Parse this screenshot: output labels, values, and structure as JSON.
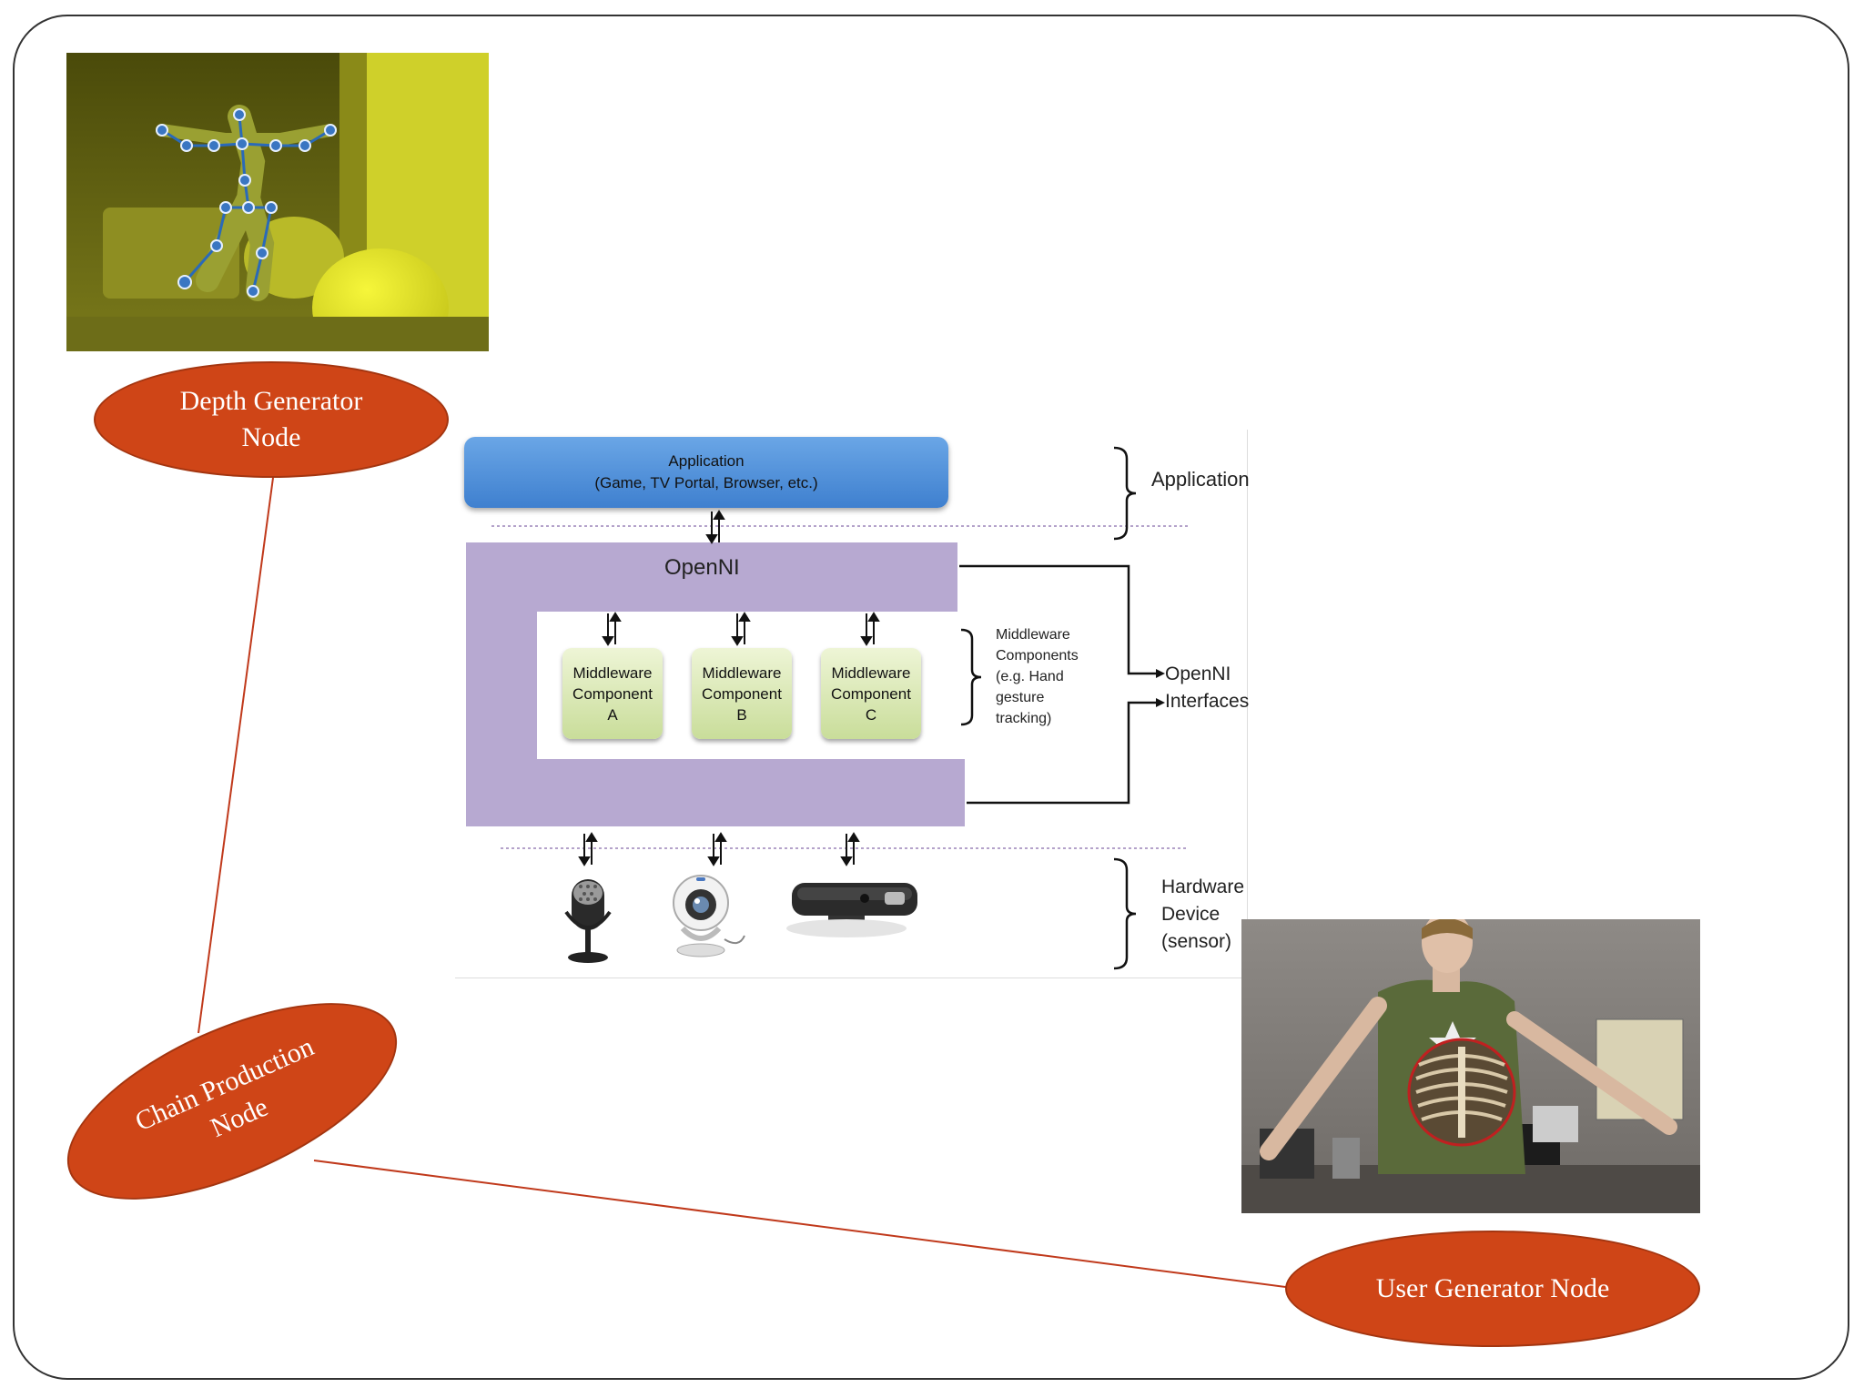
{
  "nodes": {
    "depth_generator": [
      "Depth Generator",
      "Node"
    ],
    "chain_production": [
      "Chain Production",
      "Node"
    ],
    "user_generator": [
      "User Generator Node"
    ]
  },
  "diagram": {
    "application_box": [
      "Application",
      "(Game, TV Portal, Browser, etc.)"
    ],
    "openni_title": "OpenNI",
    "middleware": [
      [
        "Middleware",
        "Component",
        "A"
      ],
      [
        "Middleware",
        "Component",
        "B"
      ],
      [
        "Middleware",
        "Component",
        "C"
      ]
    ],
    "labels": {
      "application": "Application",
      "middleware_components": [
        "Middleware",
        "Components",
        "(e.g. Hand",
        "gesture",
        "tracking)"
      ],
      "openni_interfaces": [
        "OpenNI",
        "Interfaces"
      ],
      "hardware_device": [
        "Hardware",
        "Device",
        "(sensor)"
      ]
    }
  },
  "colors": {
    "oval_fill": "#cf4517",
    "openni_purple": "#b7a9d1",
    "application_blue": "#4a8ad6",
    "middleware_green": "#d7e6b0"
  }
}
